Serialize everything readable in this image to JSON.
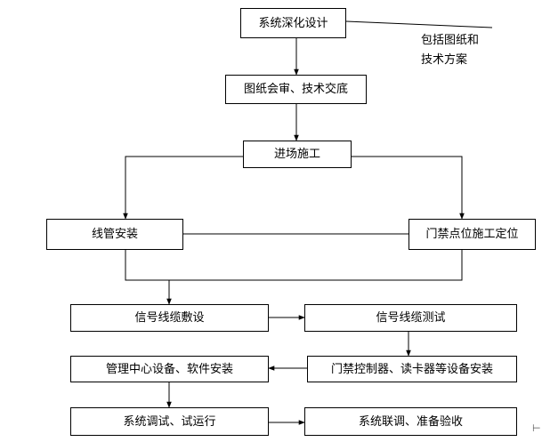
{
  "flow": {
    "design": "系统深化设计",
    "review": "图纸会审、技术交底",
    "enter_site": "进场施工",
    "conduit": "线管安装",
    "door_location": "门禁点位施工定位",
    "cable_lay": "信号线缆敷设",
    "cable_test": "信号线缆测试",
    "center_install": "管理中心设备、软件安装",
    "controller_install": "门禁控制器、读卡器等设备安装",
    "debug": "系统调试、试运行",
    "joint_accept": "系统联调、准备验收"
  },
  "note": {
    "line1": "包括图纸和",
    "line2": "技术方案"
  },
  "edge_mark": "⊢"
}
